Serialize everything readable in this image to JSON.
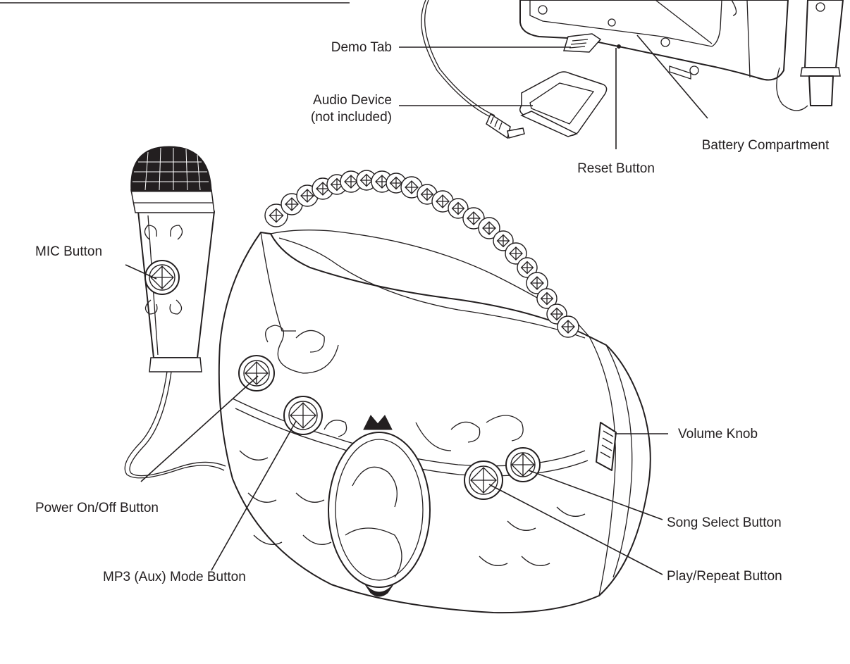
{
  "labels": {
    "demo_tab": "Demo Tab",
    "audio_device_line1": "Audio Device",
    "audio_device_line2": "(not included)",
    "battery_compartment": "Battery Compartment",
    "reset_button": "Reset Button",
    "mic_button": "MIC Button",
    "volume_knob": "Volume Knob",
    "power_button": "Power On/Off Button",
    "song_select_button": "Song Select Button",
    "mp3_mode_button": "MP3 (Aux) Mode Button",
    "play_repeat_button": "Play/Repeat Button"
  },
  "colors": {
    "ink": "#231f20",
    "paper": "#ffffff"
  }
}
